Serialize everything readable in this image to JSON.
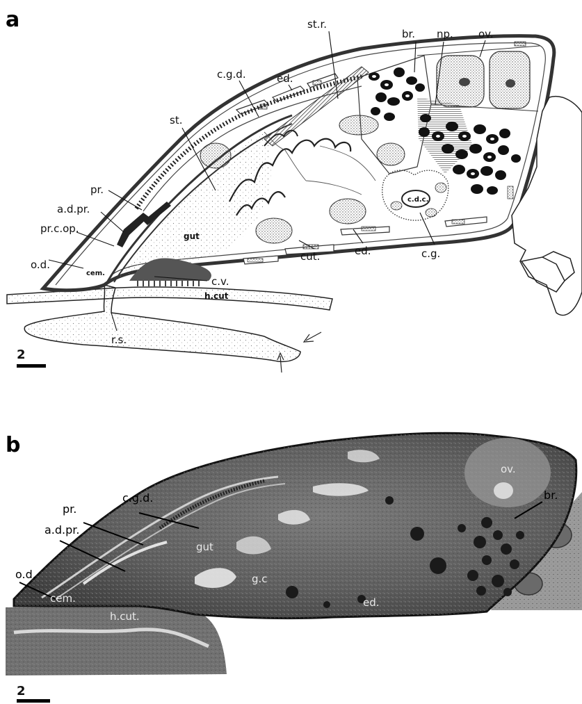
{
  "panel_a": {
    "letter": "a",
    "scale_bar": "2",
    "labels": {
      "str": "st.r.",
      "br": "br.",
      "np": "np.",
      "ov": "ov.",
      "cgd": "c.g.d.",
      "ed": "ed.",
      "st": "st.",
      "pr": "pr.",
      "adpr": "a.d.pr.",
      "prcop": "pr.c.op.",
      "od": "o.d.",
      "cem": "cem.",
      "gut": "gut",
      "cv": "c.v.",
      "hcut": "h.cut",
      "rs": "r.s.",
      "cut": "cut.",
      "ed2": "ed.",
      "cg": "c.g.",
      "cdc": "c.d.c."
    }
  },
  "panel_b": {
    "letter": "b",
    "scale_bar": "2",
    "labels": {
      "ov": "ov.",
      "br": "br.",
      "cgd": "c.g.d.",
      "pr": "pr.",
      "adpr": "a.d.pr.",
      "od": "o.d.",
      "gut": "gut",
      "gc": "g.c",
      "ed": "ed.",
      "cem": "cem.",
      "hcut": "h.cut."
    }
  }
}
